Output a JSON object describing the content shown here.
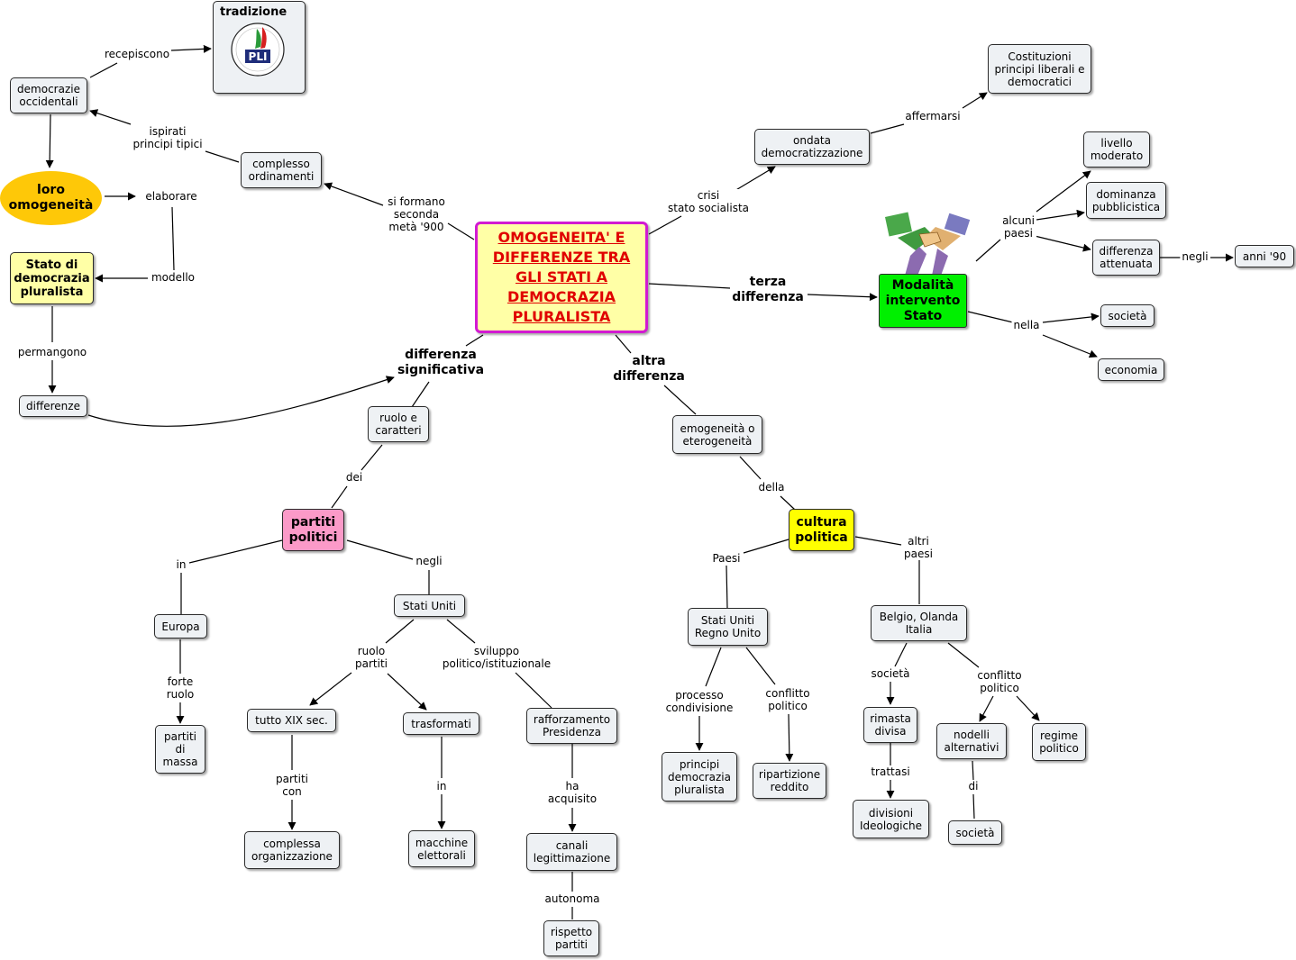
{
  "title": "OMOGENEITA' E  DIFFERENZE TRA GLI STATI A DEMOCRAZIA PLURALISTA",
  "colors": {
    "title_border": "#d21ad2",
    "title_text": "#e00000",
    "title_fill": "#ffffa6",
    "omogeneita_fill": "#fec808",
    "partiti_fill": "#fb9ac8",
    "cultura_fill": "#ffff00",
    "modalita_fill": "#00f000",
    "node_fill": "#eef1f4"
  },
  "icons": {
    "tradizione_image": "pli-logo-icon",
    "modalita_image": "handshake-icon"
  },
  "nodes": {
    "main": "OMOGENEITA' E  DIFFERENZE TRA GLI STATI A DEMOCRAZIA PLURALISTA",
    "tradizione": "tradizione",
    "logo_text": "PLI",
    "democrazie": "democrazie\noccidentali",
    "omogeneita": "loro\nomogeneità",
    "stato": "Stato di\ndemocrazia\npluralista",
    "differenze": "differenze",
    "complesso": "complesso\nordinamenti",
    "costituzioni": "Costituzioni\nprincipi liberali e\ndemocratici",
    "ondata": "ondata\ndemocratizzazione",
    "livello": "livello\nmoderato",
    "dominanza": "dominanza\npubblicistica",
    "attenuata": "differenza\nattenuata",
    "anni90": "anni '90",
    "modalita": "Modalità\nintervento\nStato",
    "societa_top": "società",
    "economia": "economia",
    "ruolo": "ruolo e\ncaratteri",
    "emogeneita": "emogeneità o\neterogeneità",
    "partiti": "partiti\npolitici",
    "cultura": "cultura\npolitica",
    "europa": "Europa",
    "stati_uniti": "Stati Uniti",
    "su_ru": "Stati Uniti\nRegno Unito",
    "belgio": "Belgio, Olanda\nItalia",
    "partiti_massa": "partiti\ndi\nmassa",
    "xix": "tutto XIX sec.",
    "trasformati": "trasformati",
    "rafforzamento": "rafforzamento\nPresidenza",
    "principi_dem": "principi\ndemocrazia\npluralista",
    "ripartizione": "ripartizione\nreddito",
    "rimasta": "rimasta\ndivisa",
    "nodelli": "nodelli\nalternativi",
    "regime": "regime\npolitico",
    "complessa": "complessa\norganizzazione",
    "macchine": "macchine\nelettorali",
    "canali": "canali\nlegittimazione",
    "divisioni": "divisioni\nIdeologiche",
    "societa_bot": "società",
    "rispetto": "rispetto\npartiti"
  },
  "links": {
    "recepiscono": "recepiscono",
    "ispirati": "ispirati\nprincipi tipici",
    "elaborare": "elaborare",
    "modello": "modello",
    "permangono": "permangono",
    "si_formano": "si formano\nseconda\nmetà '900",
    "crisi": "crisi\nstato socialista",
    "affermarsi": "affermarsi",
    "alcuni_paesi": "alcuni\npaesi",
    "negli_90": "negli",
    "terza": "terza\ndifferenza",
    "nella": "nella",
    "diff_sign": "differenza\nsignificativa",
    "altra": "altra\ndifferenza",
    "dei": "dei",
    "della": "della",
    "in_europa": "in",
    "negli_su": "negli",
    "paesi": "Paesi",
    "altri_paesi": "altri\npaesi",
    "forte_ruolo": "forte\nruolo",
    "ruolo_partiti": "ruolo\npartiti",
    "sviluppo": "sviluppo\npolitico/istituzionale",
    "processo": "processo\ncondivisione",
    "conflitto1": "conflitto\npolitico",
    "societa_lbl": "società",
    "conflitto2": "conflitto\npolitico",
    "partiti_con": "partiti\ncon",
    "in_macchine": "in",
    "ha_acquisito": "ha\nacquisito",
    "trattasi": "trattasi",
    "di": "di",
    "autonoma": "autonoma"
  }
}
